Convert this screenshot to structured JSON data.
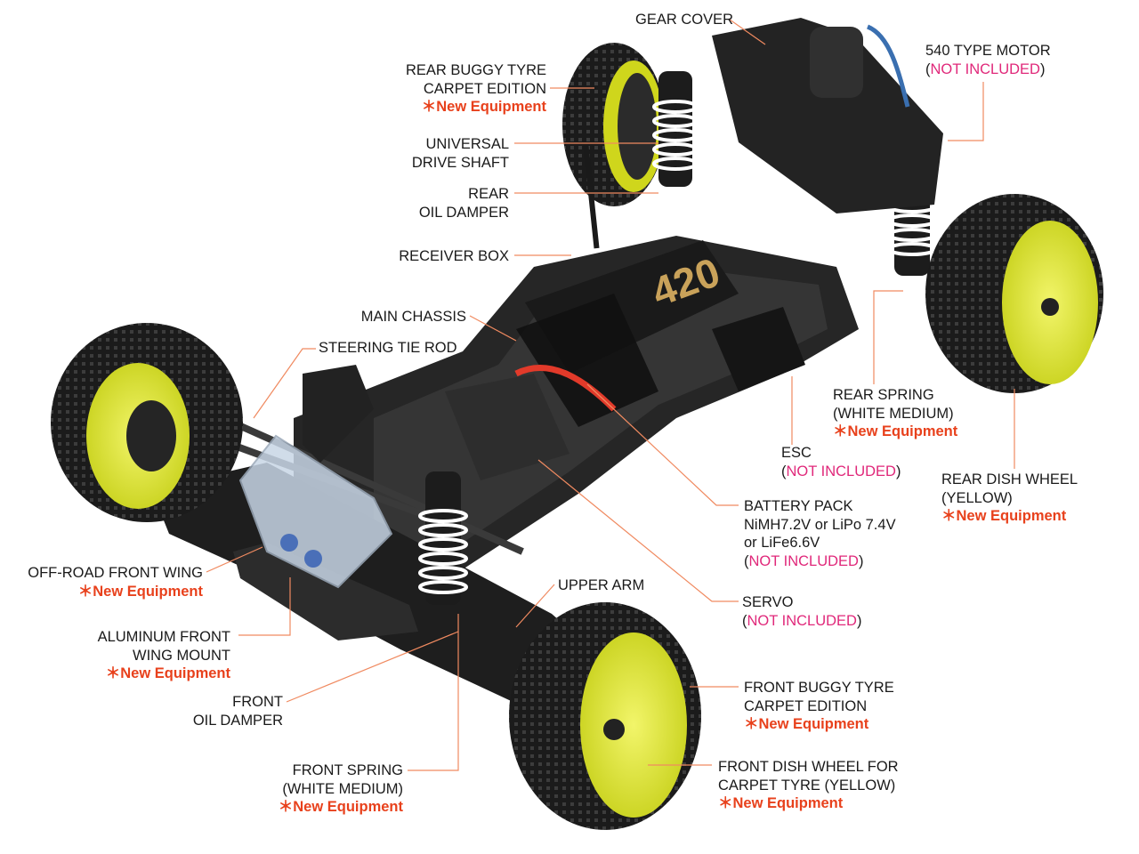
{
  "colors": {
    "leader": "#f08a60",
    "new_equipment": "#e8411c",
    "not_included": "#e0287a",
    "wheel": "#e6ec3a",
    "tyre": "#1b1b1b",
    "chassis": "#2a2a2a"
  },
  "new_equipment_text": "＊New Equipment",
  "not_included_text": "NOT INCLUDED",
  "labels": [
    {
      "id": "gear-cover",
      "lines": [
        "GEAR COVER"
      ],
      "new": false,
      "not_included": false
    },
    {
      "id": "motor",
      "lines": [
        "540 TYPE MOTOR"
      ],
      "new": false,
      "not_included": true
    },
    {
      "id": "rear-buggy-tyre",
      "lines": [
        "REAR BUGGY TYRE",
        "CARPET EDITION"
      ],
      "new": true,
      "not_included": false
    },
    {
      "id": "universal-drive-shaft",
      "lines": [
        "UNIVERSAL",
        "DRIVE SHAFT"
      ],
      "new": false,
      "not_included": false
    },
    {
      "id": "rear-oil-damper",
      "lines": [
        "REAR",
        "OIL DAMPER"
      ],
      "new": false,
      "not_included": false
    },
    {
      "id": "receiver-box",
      "lines": [
        "RECEIVER BOX"
      ],
      "new": false,
      "not_included": false
    },
    {
      "id": "main-chassis",
      "lines": [
        "MAIN CHASSIS"
      ],
      "new": false,
      "not_included": false
    },
    {
      "id": "steering-tie-rod",
      "lines": [
        "STEERING TIE ROD"
      ],
      "new": false,
      "not_included": false
    },
    {
      "id": "rear-spring",
      "lines": [
        "REAR SPRING",
        "(WHITE MEDIUM)"
      ],
      "new": true,
      "not_included": false
    },
    {
      "id": "esc",
      "lines": [
        "ESC"
      ],
      "new": false,
      "not_included": true
    },
    {
      "id": "rear-dish-wheel",
      "lines": [
        "REAR DISH WHEEL",
        "(YELLOW)"
      ],
      "new": true,
      "not_included": false
    },
    {
      "id": "battery-pack",
      "lines": [
        "BATTERY PACK",
        "NiMH7.2V or LiPo 7.4V",
        "or LiFe6.6V"
      ],
      "new": false,
      "not_included": true
    },
    {
      "id": "off-road-front-wing",
      "lines": [
        "OFF-ROAD FRONT WING"
      ],
      "new": true,
      "not_included": false
    },
    {
      "id": "upper-arm",
      "lines": [
        "UPPER ARM"
      ],
      "new": false,
      "not_included": false
    },
    {
      "id": "servo",
      "lines": [
        "SERVO"
      ],
      "new": false,
      "not_included": true
    },
    {
      "id": "aluminum-front-wing-mount",
      "lines": [
        "ALUMINUM FRONT",
        "WING MOUNT"
      ],
      "new": true,
      "not_included": false
    },
    {
      "id": "front-oil-damper",
      "lines": [
        "FRONT",
        "OIL DAMPER"
      ],
      "new": false,
      "not_included": false
    },
    {
      "id": "front-buggy-tyre",
      "lines": [
        "FRONT BUGGY TYRE",
        "CARPET EDITION"
      ],
      "new": true,
      "not_included": false
    },
    {
      "id": "front-spring",
      "lines": [
        "FRONT SPRING",
        "(WHITE MEDIUM)"
      ],
      "new": true,
      "not_included": false
    },
    {
      "id": "front-dish-wheel",
      "lines": [
        "FRONT DISH WHEEL FOR",
        "CARPET TYRE (YELLOW)"
      ],
      "new": true,
      "not_included": false
    }
  ]
}
